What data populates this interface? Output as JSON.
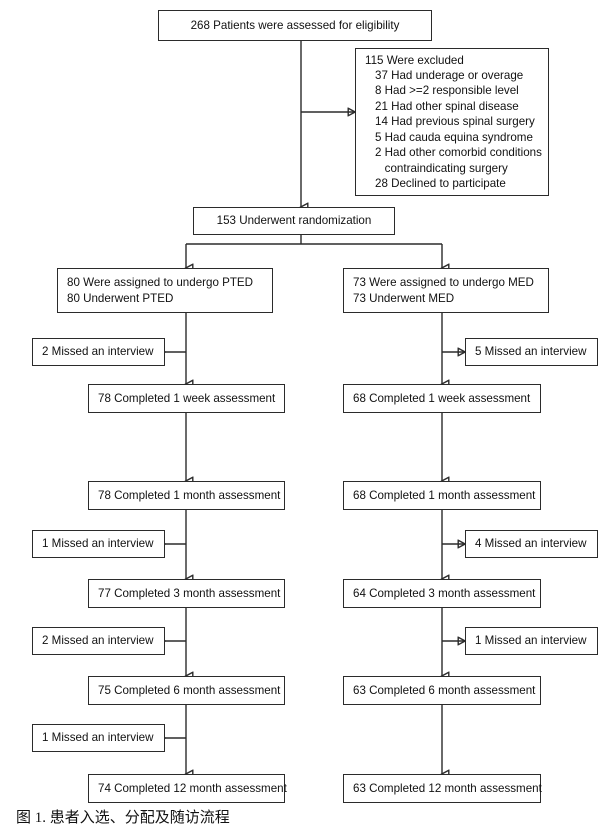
{
  "figure": {
    "caption": "图 1. 患者入选、分配及随访流程"
  },
  "nodes": {
    "assessed": "268 Patients were assessed for eligibility",
    "randomization": "153 Underwent randomization",
    "excluded": {
      "heading": "115 Were excluded",
      "reasons": [
        "37 Had underage or overage",
        "8 Had >=2 responsible level",
        "21 Had other spinal disease",
        "14 Had previous spinal surgery",
        "5 Had cauda equina syndrome",
        "2 Had other comorbid conditions",
        "   contraindicating surgery",
        "28 Declined to participate"
      ]
    },
    "assigned_left": [
      "80 Were assigned to undergo PTED",
      "80 Underwent PTED"
    ],
    "assigned_right": [
      "73 Were assigned to undergo MED",
      "73 Underwent MED"
    ],
    "missed_left_1": "2 Missed an interview",
    "missed_right_1": "5 Missed an interview",
    "week1_left": "78 Completed 1 week assessment",
    "week1_right": "68 Completed 1 week assessment",
    "month1_left": "78 Completed 1 month assessment",
    "month1_right": "68 Completed 1 month assessment",
    "missed_left_2": "1 Missed an interview",
    "missed_right_2": "4 Missed an interview",
    "month3_left": "77 Completed 3 month assessment",
    "month3_right": "64 Completed 3 month assessment",
    "missed_left_3": "2 Missed an interview",
    "missed_right_3": "1 Missed an interview",
    "month6_left": "75 Completed 6 month assessment",
    "month6_right": "63 Completed 6 month assessment",
    "missed_left_4": "1 Missed an interview",
    "month12_left": "74 Completed 12 month assessment",
    "month12_right": "63 Completed 12 month assessment"
  },
  "chart_data": {
    "type": "diagram",
    "title": "CONSORT patient flow diagram",
    "arms": [
      "PTED",
      "MED"
    ],
    "enrollment": {
      "assessed_for_eligibility": 268,
      "excluded_total": 115,
      "excluded_reasons": [
        {
          "label": "Had underage or overage",
          "n": 37
        },
        {
          "label": "Had >=2 responsible level",
          "n": 8
        },
        {
          "label": "Had other spinal disease",
          "n": 21
        },
        {
          "label": "Had previous spinal surgery",
          "n": 14
        },
        {
          "label": "Had cauda equina syndrome",
          "n": 5
        },
        {
          "label": "Had other comorbid conditions contraindicating surgery",
          "n": 2
        },
        {
          "label": "Declined to participate",
          "n": 28
        }
      ],
      "randomized": 153
    },
    "allocation": [
      {
        "arm": "PTED",
        "assigned": 80,
        "received": 80
      },
      {
        "arm": "MED",
        "assigned": 73,
        "received": 73
      }
    ],
    "followup_timepoints": [
      "1 week",
      "1 month",
      "3 month",
      "6 month",
      "12 month"
    ],
    "completed": {
      "PTED": [
        78,
        78,
        77,
        75,
        74
      ],
      "MED": [
        68,
        68,
        64,
        63,
        63
      ]
    },
    "missed_interviews": {
      "PTED": [
        {
          "before": "1 week",
          "n": 2
        },
        {
          "before": "3 month",
          "n": 1
        },
        {
          "before": "6 month",
          "n": 2
        },
        {
          "before": "12 month",
          "n": 1
        }
      ],
      "MED": [
        {
          "before": "1 week",
          "n": 5
        },
        {
          "before": "3 month",
          "n": 4
        },
        {
          "before": "6 month",
          "n": 1
        }
      ]
    }
  }
}
